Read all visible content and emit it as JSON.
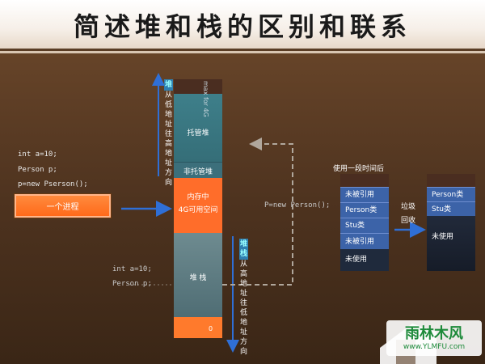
{
  "title": "简述堆和栈的区别和联系",
  "code_left": {
    "line1": "int a=10;",
    "line2": "Person p;",
    "line3": "p=new Pserson();"
  },
  "process_label": "一个进程",
  "memory": {
    "heap_label": "托管堆",
    "nonmanaged_label": "非托管堆",
    "process_label_line1": "内存中",
    "process_label_line2": "4G可用空间",
    "stack_label": "堆 栈",
    "side_text": "max for 4G",
    "bottom_text": "0"
  },
  "heap_direction": {
    "highlight": "堆",
    "text": "从低地址往高地址方向"
  },
  "stack_direction": {
    "highlight": "堆栈",
    "text": "从高地址往低地址方向"
  },
  "code_middle": {
    "new_person": "P=new Person();",
    "int_a": "int a=10;",
    "person_p": "Person p;"
  },
  "after_time_label": "使用一段时间后",
  "gc_label_1": "垃圾",
  "gc_label_2": "回收",
  "box_before": [
    "未被引用",
    "Person类",
    "Stu类",
    "未被引用",
    "未使用"
  ],
  "box_after": [
    "Person类",
    "Stu类",
    "未使用"
  ],
  "watermark": {
    "brand": "雨林木风",
    "url": "www.YLMFU.com"
  },
  "colors": {
    "process_orange": "#ff6d2a",
    "heap_teal": "#3e7f8a",
    "arrow_blue": "#2f6fd6",
    "header_brown": "#4a2d20"
  }
}
